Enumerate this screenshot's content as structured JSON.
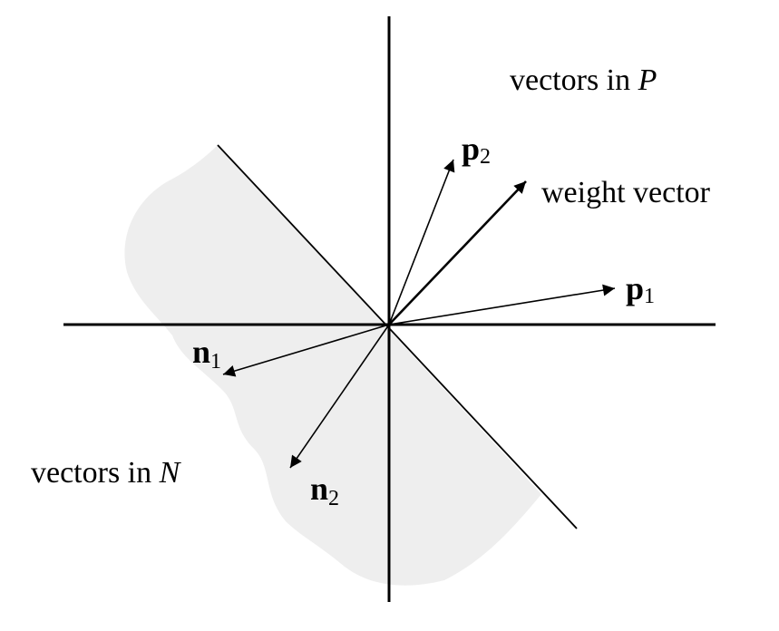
{
  "colors": {
    "ink": "#000000",
    "region_fill": "#eeeeee",
    "background": "#ffffff"
  },
  "labels": {
    "region_p_prefix": "vectors in ",
    "region_p_symbol": "P",
    "region_n_prefix": "vectors in ",
    "region_n_symbol": "N",
    "weight_vector": "weight vector",
    "p1_base": "p",
    "p1_sub": "1",
    "p2_base": "p",
    "p2_sub": "2",
    "n1_base": "n",
    "n1_sub": "1",
    "n2_base": "n",
    "n2_sub": "2"
  }
}
